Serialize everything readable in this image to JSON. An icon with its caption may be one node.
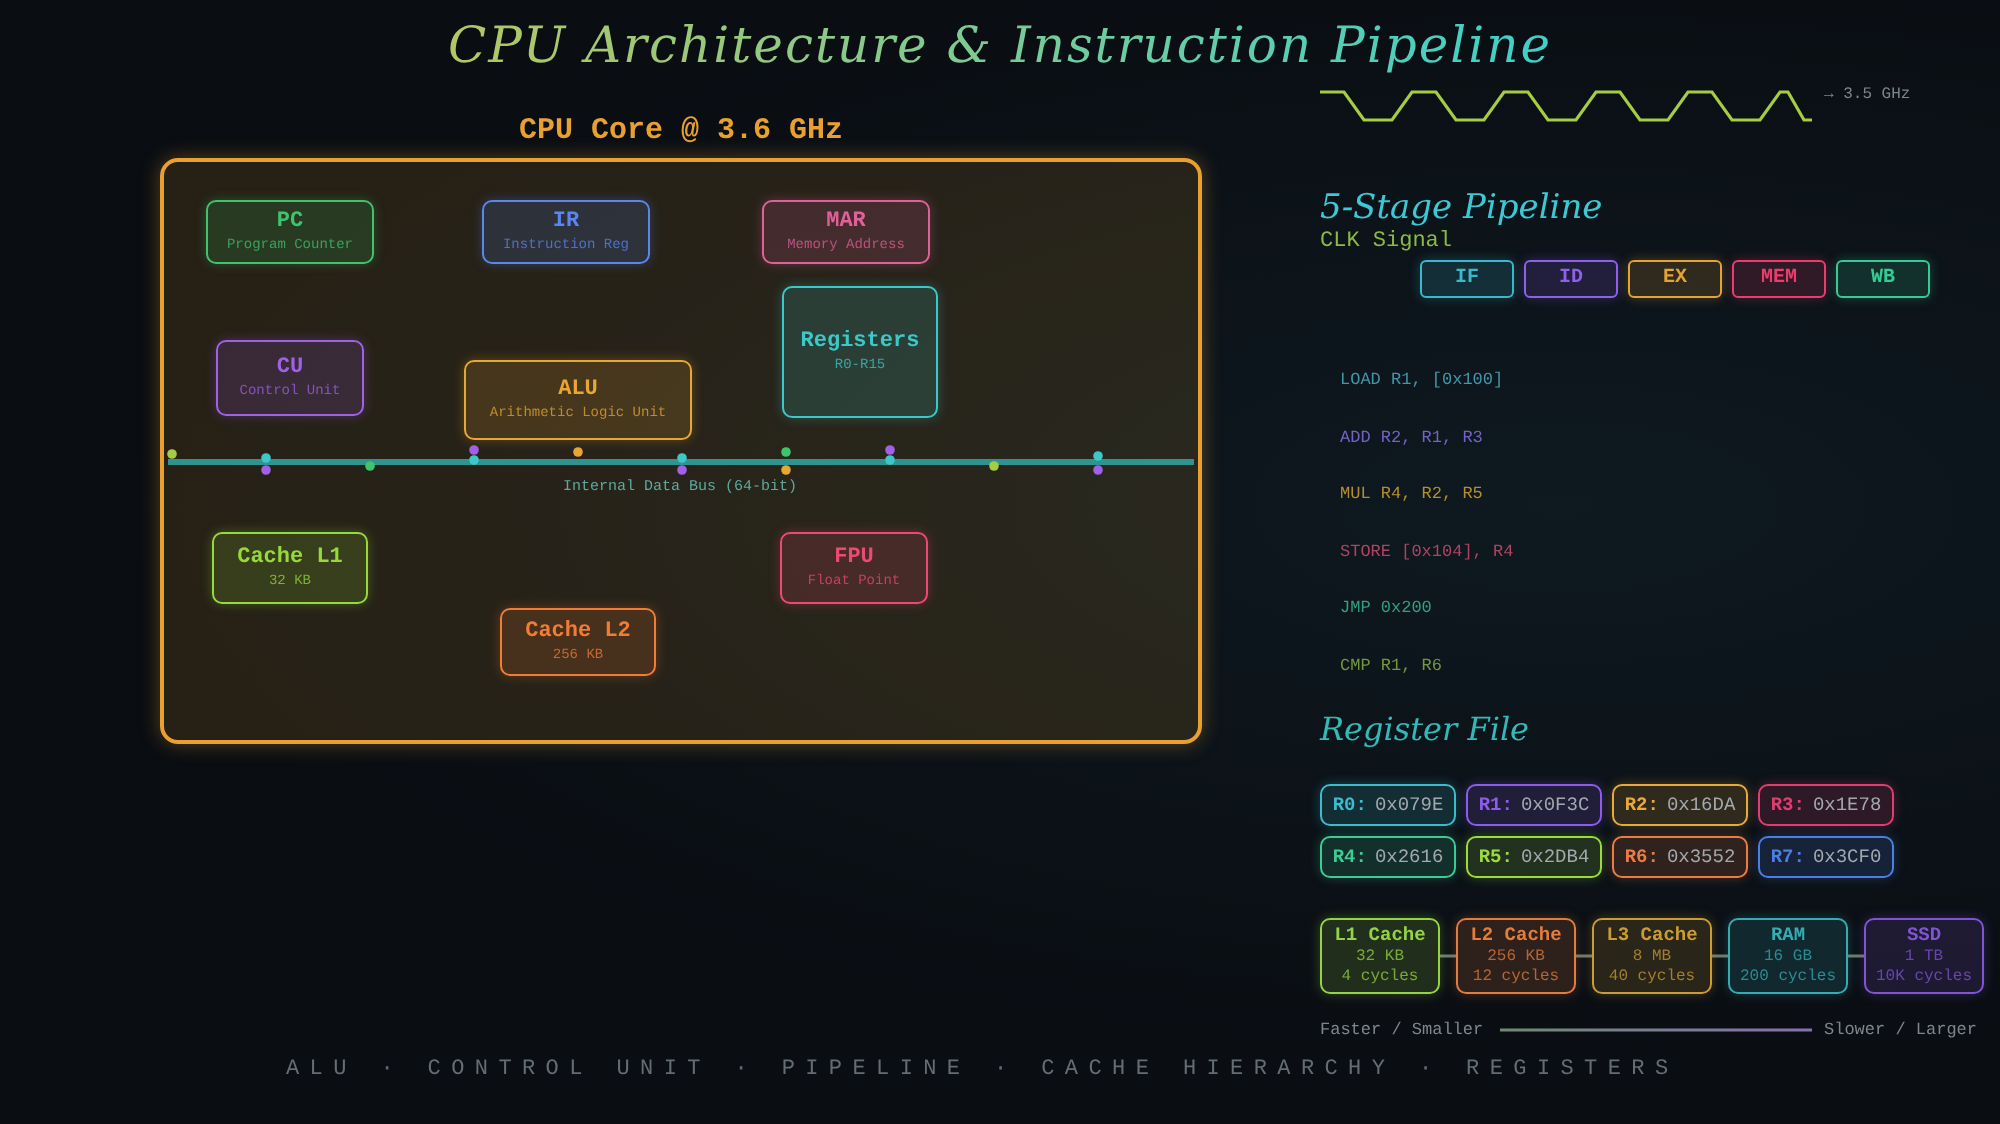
{
  "diagram": {
    "title": "CPU Architecture & Instruction Pipeline",
    "caption": "ALU · CONTROL UNIT · PIPELINE · CACHE HIERARCHY · REGISTERS",
    "nodes": [
      {
        "text": [
          "CPU Core @ 3.6 GHz"
        ]
      },
      {
        "text": [
          "PC",
          "Program Counter"
        ],
        "in": 0
      },
      {
        "text": [
          "IR",
          "Instruction Reg"
        ],
        "in": 0
      },
      {
        "text": [
          "MAR",
          "Memory Address"
        ],
        "in": 0
      },
      {
        "text": [
          "Registers",
          "R0-R15"
        ],
        "in": 0
      },
      {
        "text": [
          "CU",
          "Control Unit"
        ],
        "in": 0
      },
      {
        "text": [
          "ALU",
          "Arithmetic Logic Unit"
        ],
        "in": 0
      },
      {
        "text": [
          "Cache L1",
          "32 KB"
        ],
        "in": 0
      },
      {
        "text": [
          "FPU",
          "Float Point"
        ],
        "in": 0
      },
      {
        "text": [
          "Cache L2",
          "256 KB"
        ],
        "in": 0
      },
      {
        "text": [
          "IF"
        ]
      },
      {
        "text": [
          "ID"
        ]
      },
      {
        "text": [
          "EX"
        ]
      },
      {
        "text": [
          "MEM"
        ]
      },
      {
        "text": [
          "WB"
        ]
      },
      {
        "text": [
          "R0:",
          "0x079E"
        ]
      },
      {
        "text": [
          "R1:",
          "0x0F3C"
        ]
      },
      {
        "text": [
          "R2:",
          "0x16DA"
        ]
      },
      {
        "text": [
          "R3:",
          "0x1E78"
        ]
      },
      {
        "text": [
          "R4:",
          "0x2616"
        ]
      },
      {
        "text": [
          "R5:",
          "0x2DB4"
        ]
      },
      {
        "text": [
          "R6:",
          "0x3552"
        ]
      },
      {
        "text": [
          "R7:",
          "0x3CF0"
        ]
      },
      {
        "text": [
          "L1 Cache",
          "32 KB",
          "4 cycles"
        ]
      },
      {
        "text": [
          "L2 Cache",
          "256 KB",
          "12 cycles"
        ]
      },
      {
        "text": [
          "L3 Cache",
          "8 MB",
          "40 cycles"
        ]
      },
      {
        "text": [
          "RAM",
          "16 GB",
          "200 cycles"
        ]
      },
      {
        "text": [
          "SSD",
          "1 TB",
          "10K cycles"
        ]
      }
    ],
    "edges": [
      {
        "from": 23,
        "to": 24,
        "arrow": "none"
      },
      {
        "from": 24,
        "to": 25,
        "arrow": "none"
      },
      {
        "from": 25,
        "to": 26,
        "arrow": "none"
      },
      {
        "from": 26,
        "to": 27,
        "arrow": "none"
      }
    ],
    "labels": [
      "Internal Data Bus (64-bit)",
      "→ 3.5 GHz",
      "5-Stage Pipeline",
      "CLK Signal",
      "LOAD R1, [0x100]",
      "ADD R2, R1, R3",
      "MUL R4, R2, R5",
      "STORE [0x104], R4",
      "JMP 0x200",
      "CMP R1, R6",
      "Register File",
      "Faster / Smaller",
      "Slower / Larger"
    ]
  }
}
